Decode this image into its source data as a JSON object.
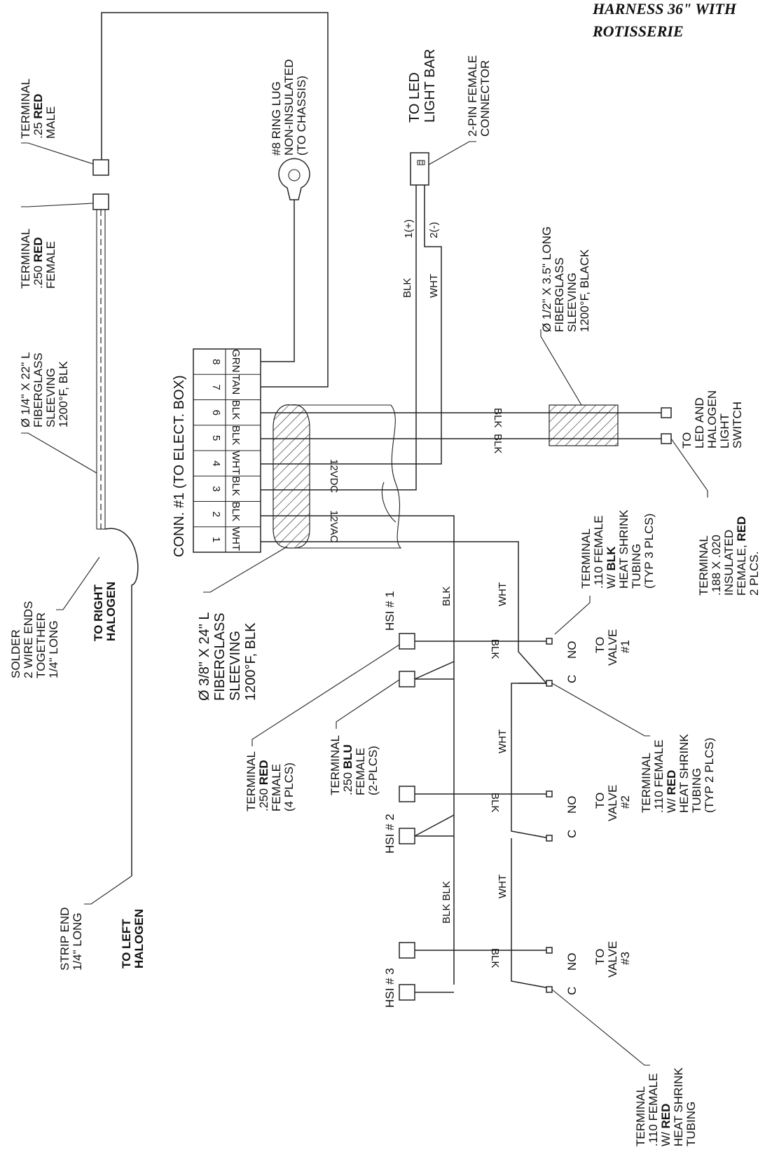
{
  "title": {
    "line1": "HARNESS 36\" WITH",
    "line2": "ROTISSERIE"
  },
  "connector": {
    "label": "CONN. #1 (TO ELECT. BOX)",
    "pins": [
      {
        "num": "8",
        "wire": "GRN"
      },
      {
        "num": "7",
        "wire": "TAN"
      },
      {
        "num": "6",
        "wire": "BLK"
      },
      {
        "num": "5",
        "wire": "BLK"
      },
      {
        "num": "4",
        "wire": "WHT"
      },
      {
        "num": "3",
        "wire": "BLK"
      },
      {
        "num": "2",
        "wire": "BLK"
      },
      {
        "num": "1",
        "wire": "WHT"
      }
    ],
    "v_dc": "12VDC",
    "v_ac": "12VAC"
  },
  "callouts": {
    "term25_red_male": {
      "a": "TERMINAL",
      "b1": ".25 ",
      "b2": "RED",
      "c": "MALE"
    },
    "term250_red_female": {
      "a": "TERMINAL",
      "b1": ".250 ",
      "b2": "RED",
      "c": "FEMALE"
    },
    "sleeve_quarter": [
      "Ø 1/4\" X 22\" L",
      "FIBERGLASS",
      "SLEEVING",
      "1200°F, BLK"
    ],
    "solder": [
      "SOLDER",
      "2 WIRE ENDS",
      "TOGETHER",
      "1/4\" LONG"
    ],
    "right_halogen": [
      "TO RIGHT",
      "HALOGEN"
    ],
    "strip_end": [
      "STRIP END",
      "1/4\" LONG"
    ],
    "left_halogen": [
      "TO LEFT",
      "HALOGEN"
    ],
    "ring_lug": [
      "#8 RING LUG",
      "NON-INSULATED",
      "(TO CHASSIS)"
    ],
    "led_bar": [
      "TO LED",
      "LIGHT BAR"
    ],
    "two_pin": [
      "2-PIN FEMALE",
      "CONNECTOR"
    ],
    "pin_pos": "1(+)",
    "pin_neg": "2(-)",
    "sleeve_half": [
      "Ø 1/2\" X 3.5\" LONG",
      "FIBERGLASS",
      "SLEEVING",
      "1200°F, BLACK"
    ],
    "switch": [
      "TO",
      "LED AND",
      "HALOGEN",
      "LIGHT",
      "SWITCH"
    ],
    "term188": {
      "a": "TERMINAL",
      "b": ".188 X .020",
      "c": "INSULATED",
      "d1": "FEMALE, ",
      "d2": "RED",
      "e": "2 PLCS."
    },
    "sleeve_38": [
      "Ø 3/8\" X 24\" L",
      "FIBERGLASS",
      "SLEEVING",
      "1200°F, BLK"
    ],
    "term110_blk": {
      "a": "TERMINAL",
      "b": ".110 FEMALE",
      "c1": "W/ ",
      "c2": "BLK",
      "d": "HEAT SHRINK",
      "e": "TUBING",
      "f": "(TYP 3 PLCS)"
    },
    "term250_red4": {
      "a": "TERMINAL",
      "b1": ".250 ",
      "b2": "RED",
      "c": "FEMALE",
      "d": "(4 PLCS)"
    },
    "term250_blu": {
      "a": "TERMINAL",
      "b1": ".250 ",
      "b2": "BLU",
      "c": "FEMALE",
      "d": "(2-PLCS)"
    },
    "term110_red2": {
      "a": "TERMINAL",
      "b": ".110 FEMALE",
      "c1": "W/ ",
      "c2": "RED",
      "d": "HEAT SHRINK",
      "e": "TUBING",
      "f": "(TYP 2 PLCS)"
    },
    "term110_red_last": {
      "a": "TERMINAL",
      "b": ".110 FEMALE",
      "c1": "W/ ",
      "c2": "RED",
      "d": "HEAT SHRINK",
      "e": "TUBING"
    }
  },
  "wires": {
    "blk": "BLK",
    "wht": "WHT",
    "blk_blk": "BLK BLK"
  },
  "hsi": [
    "HSI # 1",
    "HSI # 2",
    "HSI # 3"
  ],
  "valves": [
    {
      "c": "C",
      "no": "NO",
      "to": "TO",
      "name": "VALVE",
      "num": "#1"
    },
    {
      "c": "C",
      "no": "NO",
      "to": "TO",
      "name": "VALVE",
      "num": "#2"
    },
    {
      "c": "C",
      "no": "NO",
      "to": "TO",
      "name": "VALVE",
      "num": "#3"
    }
  ]
}
